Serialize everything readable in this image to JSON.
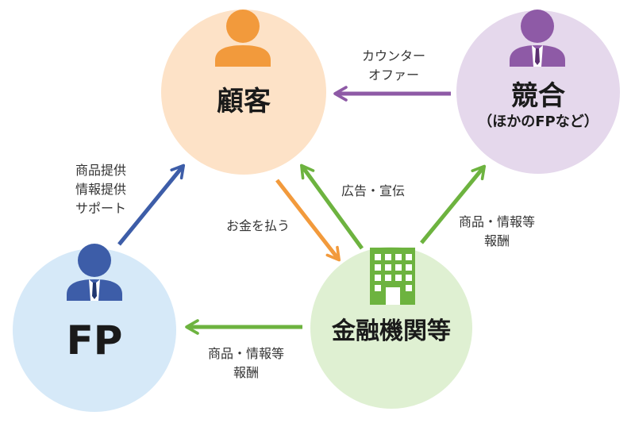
{
  "nodes": {
    "customer": {
      "label": "顧客",
      "fill": "#fde2c7",
      "icon": "person-icon",
      "icon_color": "#f29a3c"
    },
    "competitor": {
      "label": "競合",
      "sublabel": "（ほかのFPなど）",
      "fill": "#e5d8ec",
      "icon": "businessman-icon",
      "icon_color": "#8e5aa6"
    },
    "fp": {
      "label": "FP",
      "fill": "#d6e9f8",
      "icon": "businessman-icon",
      "icon_color": "#3d5da8"
    },
    "financial": {
      "label": "金融機関等",
      "fill": "#dff0d2",
      "icon": "building-icon",
      "icon_color": "#6db33f"
    }
  },
  "edges": {
    "competitor_to_customer": {
      "lines": [
        "カウンター",
        "オファー"
      ],
      "color": "#8e5aa6"
    },
    "fp_to_customer": {
      "lines": [
        "商品提供",
        "情報提供",
        "サポート"
      ],
      "color": "#3d5da8"
    },
    "customer_to_financial": {
      "lines": [
        "お金を払う"
      ],
      "color": "#f29a3c"
    },
    "financial_to_customer": {
      "lines": [
        "広告・宣伝"
      ],
      "color": "#6db33f"
    },
    "financial_to_competitor": {
      "lines": [
        "商品・情報等",
        "報酬"
      ],
      "color": "#6db33f"
    },
    "financial_to_fp": {
      "lines": [
        "商品・情報等",
        "報酬"
      ],
      "color": "#6db33f"
    }
  }
}
